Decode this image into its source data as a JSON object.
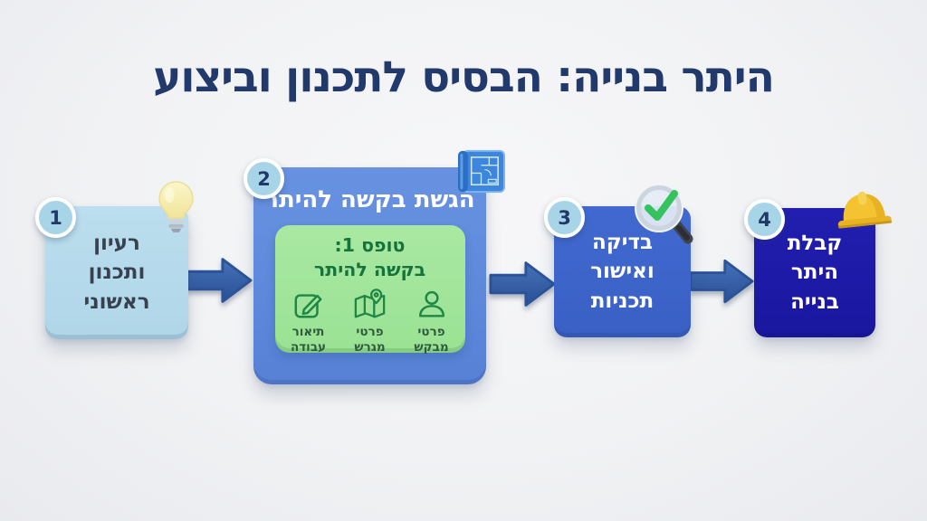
{
  "title": "היתר בנייה: הבסיס לתכנון וביצוע",
  "steps": [
    {
      "number": "1",
      "label": "רעיון\nותכנון\nראשוני",
      "icon": "lightbulb-icon"
    },
    {
      "number": "2",
      "label": "הגשת בקשה להיתר",
      "icon": "blueprint-icon",
      "form": {
        "title": "טופס 1:\nבקשה להיתר",
        "fields": [
          {
            "label": "פרטי\nמבקש",
            "icon": "person-icon"
          },
          {
            "label": "פרטי\nמגרש",
            "icon": "map-pin-icon"
          },
          {
            "label": "תיאור\nעבודה",
            "icon": "edit-icon"
          }
        ]
      }
    },
    {
      "number": "3",
      "label": "בדיקה\nואישור\nתכניות",
      "icon": "magnifier-check-icon"
    },
    {
      "number": "4",
      "label": "קבלת\nהיתר\nבנייה",
      "icon": "hardhat-icon"
    }
  ],
  "colors": {
    "background": "#f1f2f4",
    "title_text": "#21396b",
    "step1_fill": "#b5dbea",
    "step1_text": "#37414f",
    "step2_fill": "#5e88d9",
    "step3_fill": "#3d66cb",
    "step4_fill": "#1d1ba8",
    "step_text_light": "#ffffff",
    "form_fill": "#a2e59c",
    "form_title_text": "#157439",
    "form_label_text": "#2d5c3d",
    "form_icon_stroke": "#1f8746",
    "arrow_fill": "#2e5ba6",
    "badge_fill": "#a8d4e8",
    "badge_ring": "#ffffff",
    "badge_text": "#1f3a68",
    "check_green": "#36c25e",
    "hardhat_yellow": "#f3c331"
  }
}
